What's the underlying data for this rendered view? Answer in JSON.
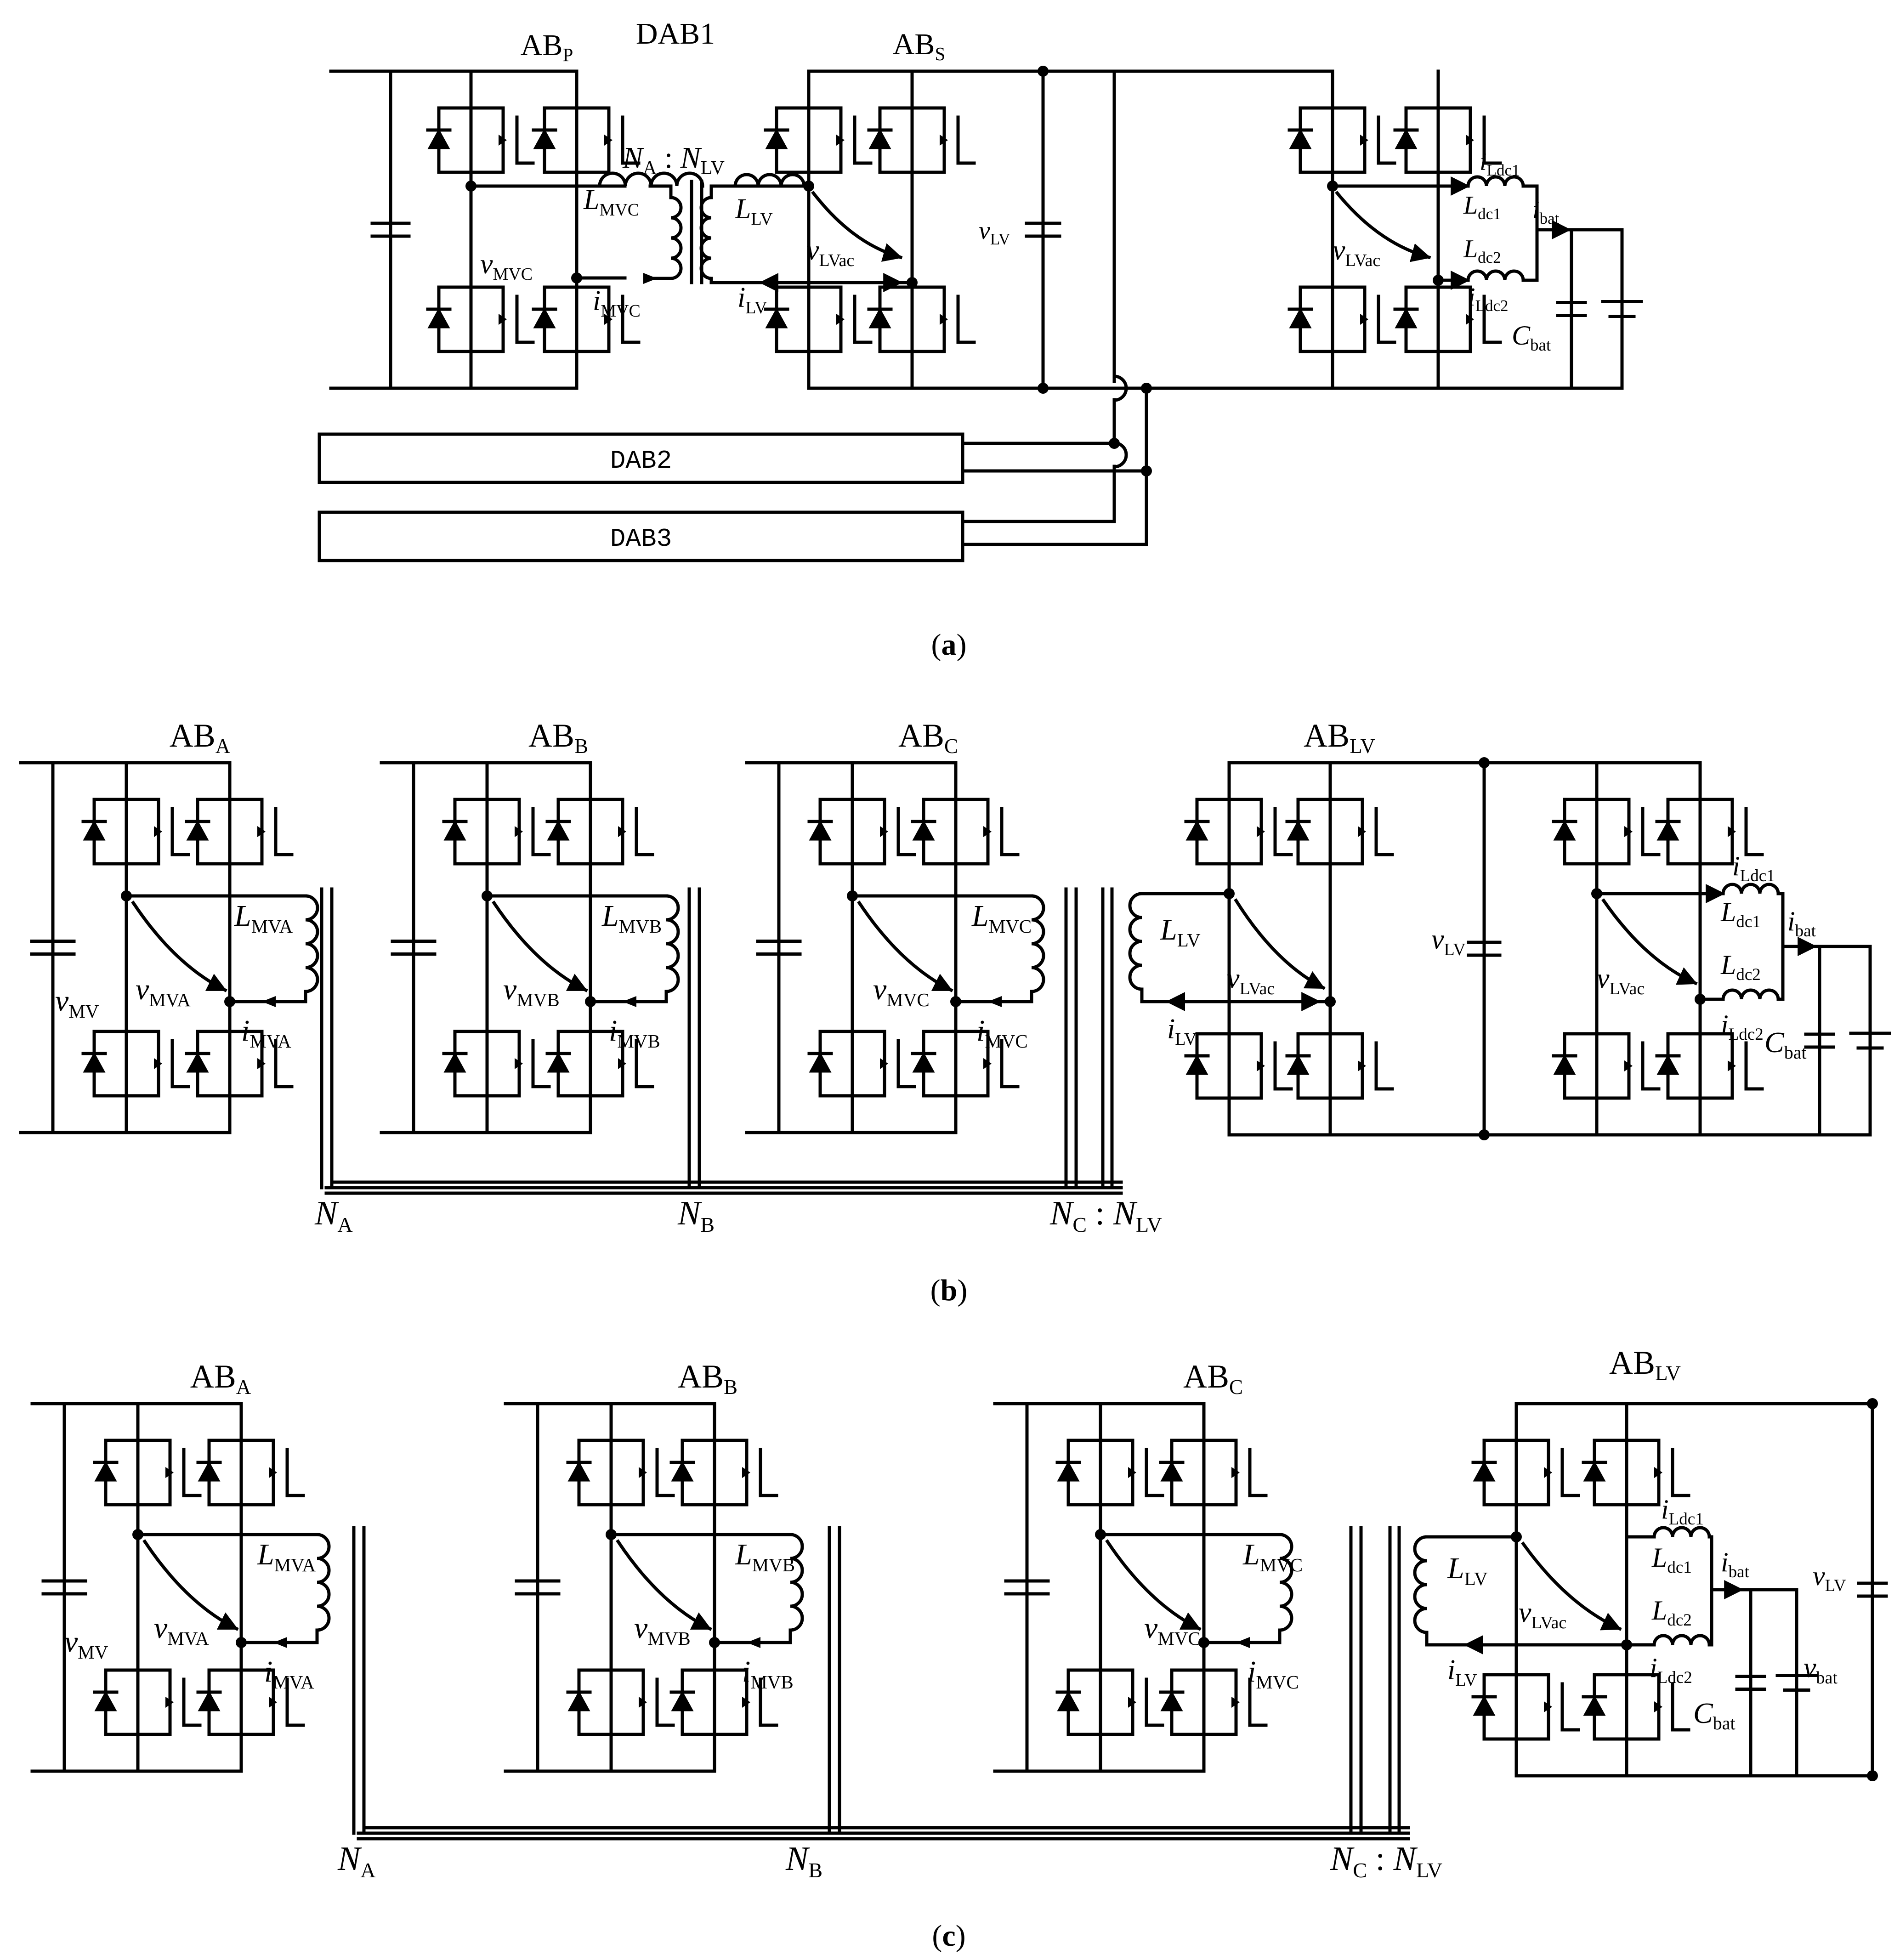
{
  "colors": {
    "ink": "#000000",
    "background": "#ffffff"
  },
  "panels": [
    {
      "id": "a",
      "caption": {
        "open": "(",
        "letter": "a",
        "close": ")"
      },
      "title": "DAB1",
      "bridges": [
        {
          "id": "P",
          "label": "AB",
          "sub": "P"
        },
        {
          "id": "S",
          "label": "AB",
          "sub": "S"
        }
      ],
      "turns_ratio": {
        "n1": "N",
        "n1_sub": "A",
        "sep": ":",
        "n2": "N",
        "n2_sub": "LV"
      },
      "labels": {
        "l_mv": {
          "t": "L",
          "sub": "MVC"
        },
        "l_lv": {
          "t": "L",
          "sub": "LV"
        },
        "v_mv": {
          "t": "v",
          "sub": "MVC"
        },
        "i_mv": {
          "t": "i",
          "sub": "MVC"
        },
        "v_lvac": {
          "t": "v",
          "sub": "LVac"
        },
        "i_lv": {
          "t": "i",
          "sub": "LV"
        },
        "v_lv": {
          "t": "v",
          "sub": "LV"
        },
        "v_lvac2": {
          "t": "v",
          "sub": "LVac"
        },
        "i_ldc1": {
          "t": "i",
          "sub": "Ldc1"
        },
        "l_dc1": {
          "t": "L",
          "sub": "dc1"
        },
        "i_bat": {
          "t": "i",
          "sub": "bat"
        },
        "l_dc2": {
          "t": "L",
          "sub": "dc2"
        },
        "i_ldc2": {
          "t": "i",
          "sub": "Ldc2"
        },
        "c_bat": {
          "t": "C",
          "sub": "bat"
        }
      },
      "blocks": [
        "DAB2",
        "DAB3"
      ]
    },
    {
      "id": "b",
      "caption": {
        "open": "(",
        "letter": "b",
        "close": ")"
      },
      "bridges": [
        {
          "id": "A",
          "label": "AB",
          "sub": "A",
          "inductor": "MVA"
        },
        {
          "id": "B",
          "label": "AB",
          "sub": "B",
          "inductor": "MVB"
        },
        {
          "id": "C",
          "label": "AB",
          "sub": "C",
          "inductor": "MVC"
        },
        {
          "id": "LV",
          "label": "AB",
          "sub": "LV"
        }
      ],
      "windings": {
        "na": {
          "t": "N",
          "sub": "A"
        },
        "nb": {
          "t": "N",
          "sub": "B"
        },
        "nc": {
          "t": "N",
          "sub": "C"
        },
        "sep": ":",
        "nlv": {
          "t": "N",
          "sub": "LV"
        }
      },
      "labels": {
        "v_mv": {
          "t": "v",
          "sub": "MV"
        },
        "v_mva": {
          "t": "v",
          "sub": "MVA"
        },
        "i_mva": {
          "t": "i",
          "sub": "MVA"
        },
        "l_mva": {
          "t": "L",
          "sub": "MVA"
        },
        "v_mvb": {
          "t": "v",
          "sub": "MVB"
        },
        "i_mvb": {
          "t": "i",
          "sub": "MVB"
        },
        "l_mvb": {
          "t": "L",
          "sub": "MVB"
        },
        "v_mvc": {
          "t": "v",
          "sub": "MVC"
        },
        "i_mvc": {
          "t": "i",
          "sub": "MVC"
        },
        "l_mvc": {
          "t": "L",
          "sub": "MVC"
        },
        "l_lv": {
          "t": "L",
          "sub": "LV"
        },
        "v_lvac": {
          "t": "v",
          "sub": "LVac"
        },
        "i_lv": {
          "t": "i",
          "sub": "LV"
        },
        "v_lv": {
          "t": "v",
          "sub": "LV"
        },
        "v_lvac2": {
          "t": "v",
          "sub": "LVac"
        },
        "i_ldc1": {
          "t": "i",
          "sub": "Ldc1"
        },
        "l_dc1": {
          "t": "L",
          "sub": "dc1"
        },
        "i_bat": {
          "t": "i",
          "sub": "bat"
        },
        "l_dc2": {
          "t": "L",
          "sub": "dc2"
        },
        "i_ldc2": {
          "t": "i",
          "sub": "Ldc2"
        },
        "c_bat": {
          "t": "C",
          "sub": "bat"
        }
      }
    },
    {
      "id": "c",
      "caption": {
        "open": "(",
        "letter": "c",
        "close": ")"
      },
      "bridges": [
        {
          "id": "A",
          "label": "AB",
          "sub": "A",
          "inductor": "MVA"
        },
        {
          "id": "B",
          "label": "AB",
          "sub": "B",
          "inductor": "MVB"
        },
        {
          "id": "C",
          "label": "AB",
          "sub": "C",
          "inductor": "MVC"
        },
        {
          "id": "LV",
          "label": "AB",
          "sub": "LV"
        }
      ],
      "windings": {
        "na": {
          "t": "N",
          "sub": "A"
        },
        "nb": {
          "t": "N",
          "sub": "B"
        },
        "nc": {
          "t": "N",
          "sub": "C"
        },
        "sep": ":",
        "nlv": {
          "t": "N",
          "sub": "LV"
        }
      },
      "labels": {
        "v_mv": {
          "t": "v",
          "sub": "MV"
        },
        "v_mva": {
          "t": "v",
          "sub": "MVA"
        },
        "i_mva": {
          "t": "i",
          "sub": "MVA"
        },
        "l_mva": {
          "t": "L",
          "sub": "MVA"
        },
        "v_mvb": {
          "t": "v",
          "sub": "MVB"
        },
        "i_mvb": {
          "t": "i",
          "sub": "MVB"
        },
        "l_mvb": {
          "t": "L",
          "sub": "MVB"
        },
        "v_mvc": {
          "t": "v",
          "sub": "MVC"
        },
        "i_mvc": {
          "t": "i",
          "sub": "MVC"
        },
        "l_mvc": {
          "t": "L",
          "sub": "MVC"
        },
        "l_lv": {
          "t": "L",
          "sub": "LV"
        },
        "v_lvac": {
          "t": "v",
          "sub": "LVac"
        },
        "i_lv": {
          "t": "i",
          "sub": "LV"
        },
        "i_ldc1": {
          "t": "i",
          "sub": "Ldc1"
        },
        "l_dc1": {
          "t": "L",
          "sub": "dc1"
        },
        "i_bat": {
          "t": "i",
          "sub": "bat"
        },
        "l_dc2": {
          "t": "L",
          "sub": "dc2"
        },
        "i_ldc2": {
          "t": "i",
          "sub": "Ldc2"
        },
        "c_bat": {
          "t": "C",
          "sub": "bat"
        },
        "v_bat": {
          "t": "v",
          "sub": "bat"
        },
        "v_lv": {
          "t": "v",
          "sub": "LV"
        }
      }
    }
  ]
}
